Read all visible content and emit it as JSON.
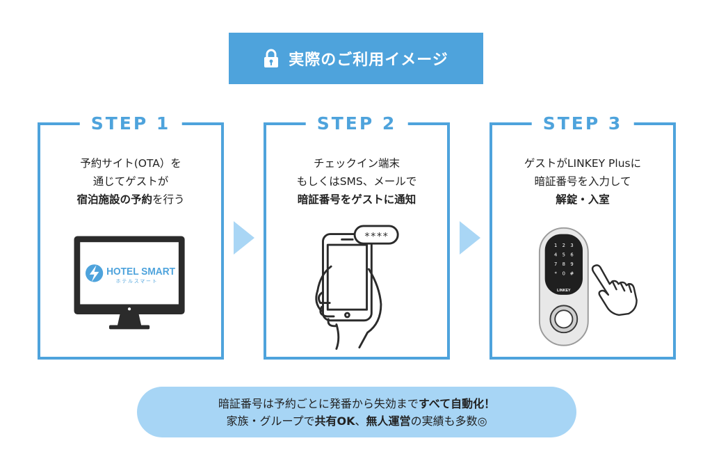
{
  "banner": {
    "title": "実際のご利用イメージ",
    "icon": "lock-icon"
  },
  "steps": [
    {
      "label": "STEP 1",
      "lines": [
        {
          "text": "予約サイト(OTA）を"
        },
        {
          "text": "通じてゲストが"
        },
        {
          "pre": "",
          "bold": "宿泊施設の予約",
          "post": "を行う"
        }
      ],
      "illustration": {
        "logo_name": "HOTEL SMART",
        "logo_sub": "ホテルスマート",
        "icon": "monitor-icon"
      }
    },
    {
      "label": "STEP 2",
      "lines": [
        {
          "text": "チェックイン端末"
        },
        {
          "text": "もしくはSMS、メールで"
        },
        {
          "pre": "",
          "bold": "暗証番号をゲストに通知",
          "post": ""
        }
      ],
      "illustration": {
        "bubble_text": "****",
        "icon": "smartphone-icon"
      }
    },
    {
      "label": "STEP 3",
      "lines": [
        {
          "text": "ゲストがLINKEY Plusに"
        },
        {
          "text": "暗証番号を入力して"
        },
        {
          "pre": "",
          "bold": "解錠・入室",
          "post": ""
        }
      ],
      "illustration": {
        "brand": "LINKEY",
        "keys": [
          "1",
          "2",
          "3",
          "4",
          "5",
          "6",
          "7",
          "8",
          "9",
          "*",
          "0",
          "#"
        ],
        "icon": "smart-lock-icon"
      }
    }
  ],
  "bottom": {
    "line1": {
      "pre": "暗証番号は予約ごとに発番から失効まで",
      "bold": "すべて自動化！",
      "post": ""
    },
    "line2": {
      "pre": "家族・グループで",
      "bold1": "共有OK",
      "mid": "、",
      "bold2": "無人運営",
      "post": "の実績も多数◎"
    }
  },
  "colors": {
    "accent": "#4ea3dc",
    "arrow": "#a9d6f5",
    "pill": "#a7d5f5",
    "dark": "#222222"
  }
}
